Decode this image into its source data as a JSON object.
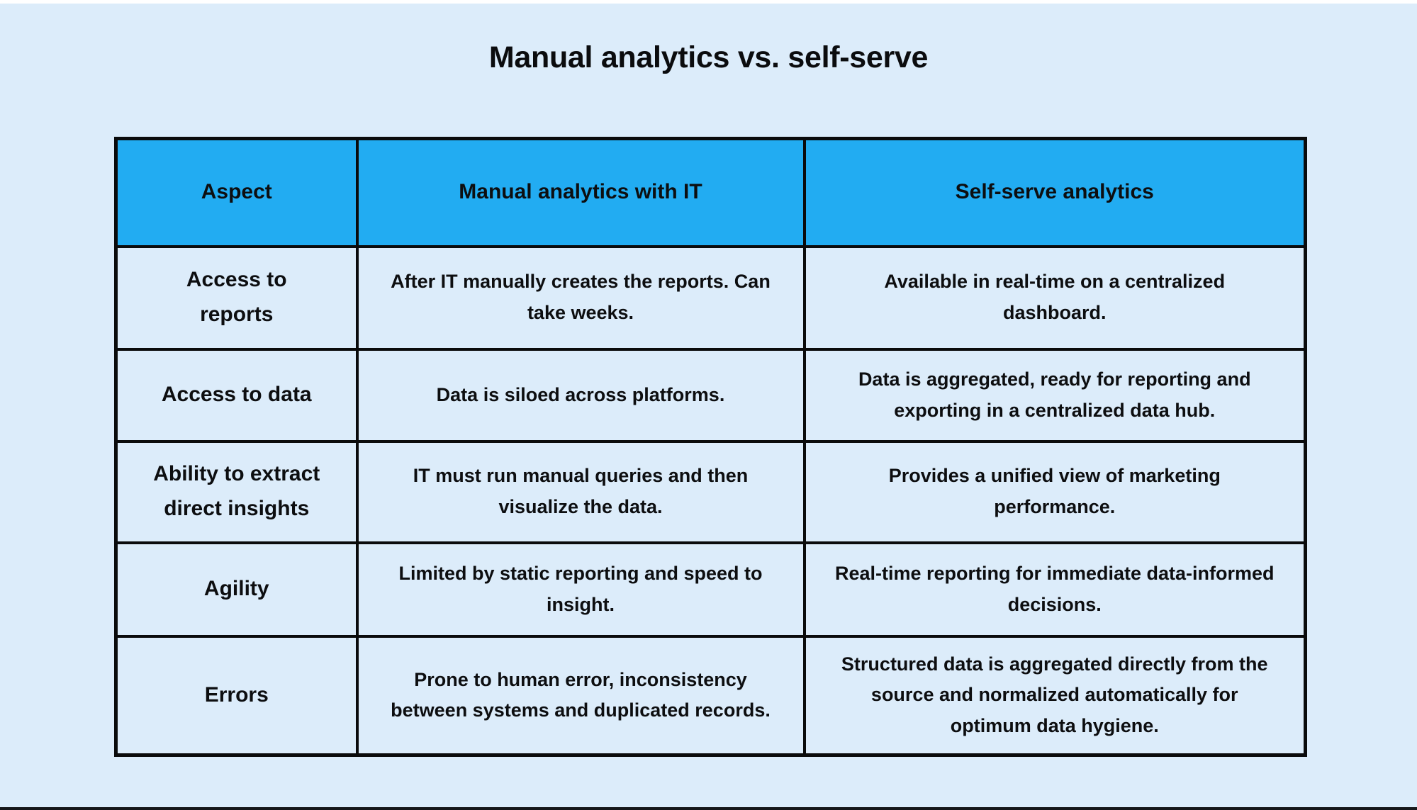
{
  "page": {
    "title": "Manual analytics vs. self-serve",
    "colors": {
      "background": "#dcecfa",
      "header_blue": "#22acf2",
      "border_black": "#0a0b0c",
      "top_edge": "#ffffff",
      "bottom_edge": "#15171a",
      "header_text": "#ffffff",
      "body_text": "#0d0e10"
    }
  },
  "table": {
    "columns": [
      "Aspect",
      "Manual analytics with IT",
      "Self-serve analytics"
    ],
    "rows": [
      {
        "aspect": "Access to\nreports",
        "manual": "After IT manually creates the reports. Can take weeks.",
        "self_serve": "Available in real-time on a centralized dashboard."
      },
      {
        "aspect": "Access to data",
        "manual": "Data is siloed across platforms.",
        "self_serve": "Data is aggregated, ready for reporting and exporting in a centralized data hub."
      },
      {
        "aspect": "Ability to extract\ndirect insights",
        "manual": "IT must run manual queries and then visualize the data.",
        "self_serve": "Provides a unified view of marketing performance."
      },
      {
        "aspect": "Agility",
        "manual": "Limited by static reporting and speed to insight.",
        "self_serve": "Real-time reporting for immediate data-informed decisions."
      },
      {
        "aspect": "Errors",
        "manual": "Prone to human error, inconsistency between systems and duplicated records.",
        "self_serve": "Structured data is aggregated directly from the source and normalized automatically for optimum data hygiene."
      }
    ]
  }
}
